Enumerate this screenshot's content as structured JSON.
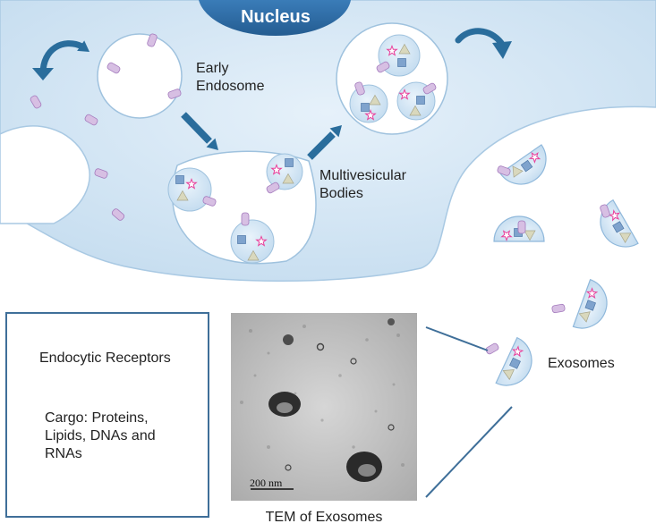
{
  "labels": {
    "nucleus": "Nucleus",
    "early_endosome_line1": "Early",
    "early_endosome_line2": "Endosome",
    "mvb_line1": "Multivesicular",
    "mvb_line2": "Bodies",
    "exosomes": "Exosomes",
    "tem_caption": "TEM of Exosomes",
    "scale_bar": "200 nm"
  },
  "legend": {
    "receptors": "Endocytic Receptors",
    "cargo_line1": "Cargo: Proteins,",
    "cargo_line2": "Lipids, DNAs and",
    "cargo_line3": "RNAs"
  },
  "colors": {
    "cell_fill": "#d4e6f4",
    "cell_edge": "#a9c9e3",
    "nucleus": "#2e6ea6",
    "arrow": "#2a6d9c",
    "receptor": "#d7bfe3",
    "protein": "#7fa3cd",
    "lipid": "#d9d8bd",
    "rna": "#e83f9a",
    "legend_border": "#3f6f99"
  }
}
